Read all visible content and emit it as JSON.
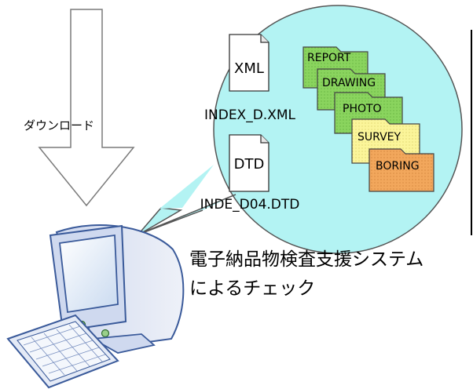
{
  "download": {
    "label": "ダウンロード"
  },
  "files": {
    "xml": {
      "icon_text": "XML",
      "filename": "INDEX_D.XML"
    },
    "dtd": {
      "icon_text": "DTD",
      "filename": "INDE_D04.DTD"
    }
  },
  "folders": [
    {
      "name": "REPORT",
      "color": "#8ad45e"
    },
    {
      "name": "DRAWING",
      "color": "#8ad45e"
    },
    {
      "name": "PHOTO",
      "color": "#8ad45e"
    },
    {
      "name": "SURVEY",
      "color": "#fbf59a"
    },
    {
      "name": "BORING",
      "color": "#f2a75c"
    }
  ],
  "check_caption": {
    "line1": "電子納品物検査支援システム",
    "line2": "によるチェック"
  },
  "colors": {
    "bubble_fill": "#b3f3f3",
    "monitor_body": "#dde3f2",
    "screen": "#e2edf9",
    "outline": "#3a5a9a"
  }
}
